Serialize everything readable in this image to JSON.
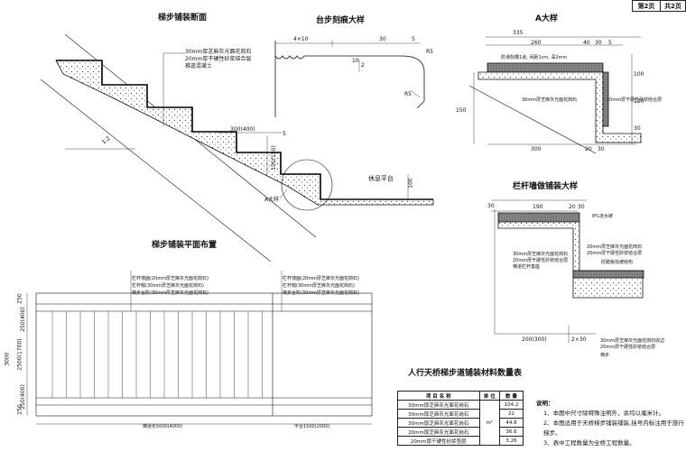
{
  "page": {
    "current": "第2页",
    "total": "共2页"
  },
  "titles": {
    "section": "梯步铺装断面",
    "tread_detail": "台步刻痕大样",
    "detail_a": "A大样",
    "railing_detail": "栏杆墙做铺装大样",
    "plan": "梯步铺装平面布置",
    "table": "人行天桥梯步道铺装材料数量表"
  },
  "section": {
    "layers": [
      "30mm厚芝麻灰光面花岗石",
      "20mm厚干硬性砂浆结合层",
      "梯道混凝土"
    ],
    "slope": "1:2",
    "tread": "300(400)",
    "riser": "150(150)",
    "landing": "休息平台",
    "detail_tag": "A大样",
    "dims": [
      "5",
      "100"
    ]
  },
  "tread_detail": {
    "dims": [
      "4×10",
      "30",
      "5",
      "10",
      "2",
      "R5",
      "R5"
    ]
  },
  "detail_a": {
    "dims": [
      "335",
      "260",
      "40",
      "30",
      "5",
      "100",
      "120",
      "150",
      "30",
      "300",
      "20",
      "30"
    ],
    "notes": [
      "防滑刻槽1道, 间距1cm, 深2mm",
      "30mm厚芝麻灰光面花岗石",
      "20mm厚干硬性砂浆结合层"
    ]
  },
  "railing_detail": {
    "dims": [
      "30",
      "190",
      "20",
      "30",
      "200(300)",
      "2×30"
    ],
    "notes": [
      "8%流水坡",
      "30mm厚芝麻灰光面花岗石",
      "20mm厚干硬性砂浆结合层",
      "梯道栏杆基座",
      "20mm厚芝麻灰光面花岗石",
      "20mm厚干硬性砂浆结合层",
      "砼踏板找坡结构",
      "30mm厚芝麻灰光面花岗石收边",
      "20mm厚干硬性砂浆结合层",
      "梯步"
    ]
  },
  "plan": {
    "left_callouts": [
      "栏杆墙面(20mm厚芝麻灰光面花岗石)",
      "栏杆帽(30mm厚芝麻灰光面花岗石)",
      "梯步台阶(30mm厚芝麻灰光面花岗石)"
    ],
    "right_callouts": [
      "栏杆墙面(20mm厚芝麻灰光面花岗石)",
      "栏杆帽(30mm厚芝麻灰光面花岗石)",
      "梯步台阶(30mm厚芝麻灰光面花岗石)"
    ],
    "vdims": [
      "250",
      "250(400)",
      "2500(1700)",
      "250(400)",
      "250",
      "3000"
    ],
    "hdims": [
      "梯道长5000(4000)",
      "平台1500(2000)"
    ]
  },
  "table": {
    "headers": [
      "项 目 名 称",
      "单 位",
      "数 量"
    ],
    "unit": "m²",
    "rows": [
      {
        "name": "30mm厚芝麻灰光面花岗石",
        "qty": "104.2"
      },
      {
        "name": "30mm厚芝麻灰光面花岗石",
        "qty": "22"
      },
      {
        "name": "30mm厚芝麻灰光面花岗石",
        "qty": "44.8"
      },
      {
        "name": "20mm厚芝麻灰光面花岗石",
        "qty": "36.6"
      },
      {
        "name": "20mm厚干硬性砂浆垫层",
        "qty": "3.26"
      }
    ]
  },
  "notes": {
    "heading": "说明：",
    "items": [
      "1、本图中尺寸除特殊注明外，余均以毫米计。",
      "2、本图适用于天桥梯步铺装铺装,括号内标注用于旅行梯步。",
      "3、表中工程数量为全桥工程数量。"
    ]
  }
}
